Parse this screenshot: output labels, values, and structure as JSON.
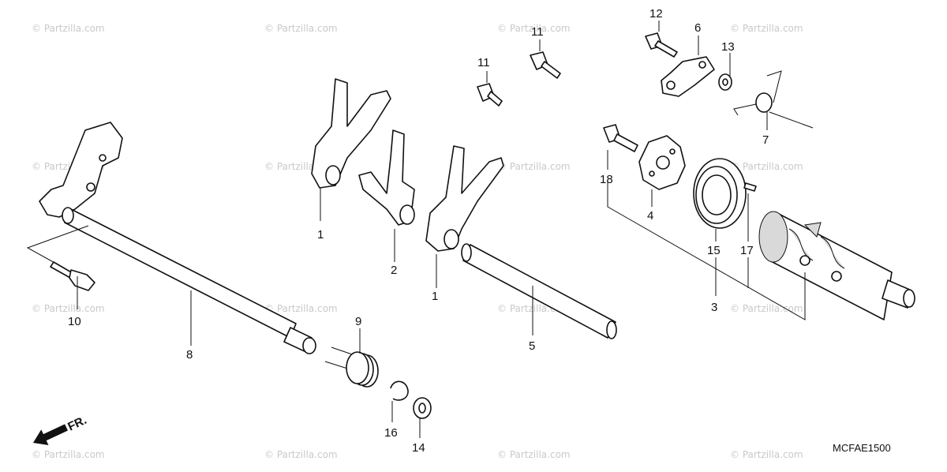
{
  "diagram_code": "MCFAE1500",
  "front_label": "FR.",
  "watermark": "© Partzilla.com",
  "callouts": [
    {
      "id": "c1a",
      "label": "1"
    },
    {
      "id": "c1b",
      "label": "1"
    },
    {
      "id": "c2",
      "label": "2"
    },
    {
      "id": "c3",
      "label": "3"
    },
    {
      "id": "c4",
      "label": "4"
    },
    {
      "id": "c5",
      "label": "5"
    },
    {
      "id": "c6",
      "label": "6"
    },
    {
      "id": "c7",
      "label": "7"
    },
    {
      "id": "c8",
      "label": "8"
    },
    {
      "id": "c9",
      "label": "9"
    },
    {
      "id": "c10",
      "label": "10"
    },
    {
      "id": "c11a",
      "label": "11"
    },
    {
      "id": "c11b",
      "label": "11"
    },
    {
      "id": "c12",
      "label": "12"
    },
    {
      "id": "c13",
      "label": "13"
    },
    {
      "id": "c14",
      "label": "14"
    },
    {
      "id": "c15",
      "label": "15"
    },
    {
      "id": "c16",
      "label": "16"
    },
    {
      "id": "c17",
      "label": "17"
    },
    {
      "id": "c18",
      "label": "18"
    }
  ],
  "colors": {
    "line": "#111111",
    "watermark": "#c9c9c9",
    "shade": "#d9d9d9"
  }
}
